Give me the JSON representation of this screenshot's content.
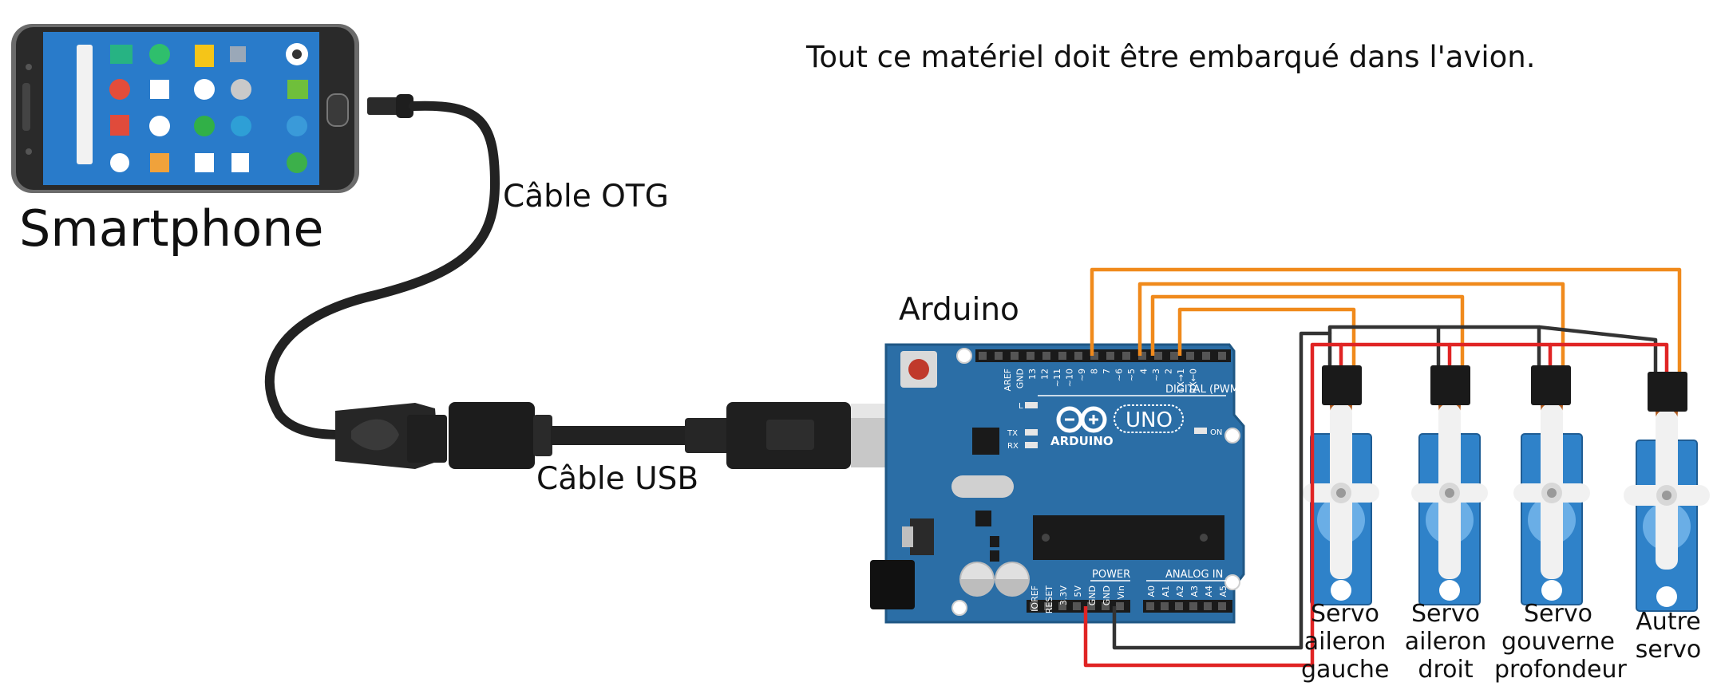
{
  "labels": {
    "smartphone": "Smartphone",
    "note": "Tout ce matériel doit être embarqué dans l'avion.",
    "otg_cable": "Câble OTG",
    "usb_cable": "Câble USB",
    "arduino": "Arduino"
  },
  "board": {
    "digital_header": "DIGITAL (PWM~)",
    "analog_header": "ANALOG IN",
    "power_header": "POWER",
    "brand": "ARDUINO",
    "model": "UNO",
    "on": "ON",
    "led_l": "L",
    "led_tx": "TX",
    "led_rx": "RX",
    "digital_pins": [
      "AREF",
      "GND",
      "13",
      "12",
      "~11",
      "~10",
      "~9",
      "8",
      "7",
      "~6",
      "~5",
      "4",
      "~3",
      "2",
      "TX→1",
      "RX←0"
    ],
    "power_pins": [
      "IOREF",
      "RESET",
      "3.3V",
      "5V",
      "GND",
      "GND",
      "Vin"
    ],
    "analog_pins": [
      "A0",
      "A1",
      "A2",
      "A3",
      "A4",
      "A5"
    ]
  },
  "servos": [
    {
      "line1": "Servo",
      "line2": "aileron",
      "line3": "gauche"
    },
    {
      "line1": "Servo",
      "line2": "aileron",
      "line3": "droit"
    },
    {
      "line1": "Servo",
      "line2": "gouverne",
      "line3": "profondeur"
    },
    {
      "line1": "Autre",
      "line2": "servo",
      "line3": ""
    }
  ],
  "colors": {
    "signal_wire": "#f08a1c",
    "ground_wire": "#333333",
    "power_wire": "#e02424",
    "board": "#2b6ea6",
    "servo_body": "#2f82c9",
    "cable": "#1f1f1f"
  }
}
